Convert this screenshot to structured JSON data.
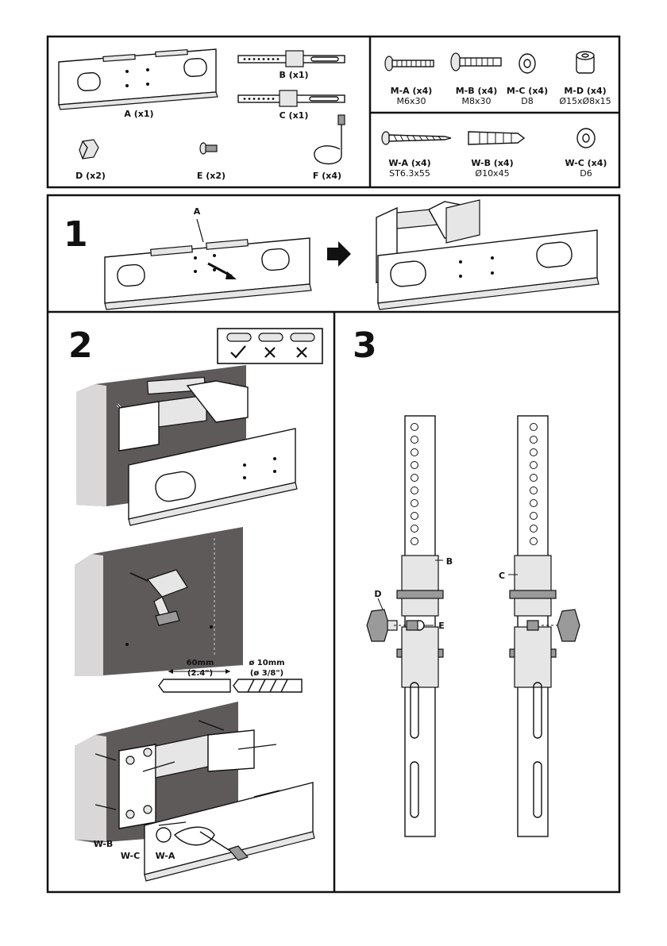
{
  "parts_kit": {
    "a": "A (x1)",
    "b": "B (x1)",
    "c": "C (x1)",
    "d": "D (x2)",
    "e": "E (x2)",
    "f": "F (x4)"
  },
  "monitor_hardware": [
    {
      "code": "M-A (x4)",
      "size": "M6x30"
    },
    {
      "code": "M-B (x4)",
      "size": "M8x30"
    },
    {
      "code": "M-C (x4)",
      "size": "D8"
    },
    {
      "code": "M-D (x4)",
      "size": "Ø15xØ8x15"
    }
  ],
  "wall_hardware": [
    {
      "code": "W-A (x4)",
      "size": "ST6.3x55"
    },
    {
      "code": "W-B (x4)",
      "size": "Ø10x45"
    },
    {
      "code": "W-C (x4)",
      "size": "D6"
    }
  ],
  "step1": {
    "number": "1",
    "callout": "A"
  },
  "step2": {
    "number": "2",
    "drill_depth": "60mm",
    "drill_depth_in": "(2.4\")",
    "drill_bit": "ø 10mm",
    "drill_bit_in": "(ø 3/8\")",
    "callout_wb": "W-B",
    "callout_wc": "W-C",
    "callout_wa": "W-A"
  },
  "step3": {
    "number": "3",
    "callout_b": "B",
    "callout_c": "C",
    "callout_d": "D",
    "callout_e": "E"
  },
  "colors": {
    "ink": "#111111",
    "wall": "#5e5a5a",
    "paper": "#ffffff"
  }
}
